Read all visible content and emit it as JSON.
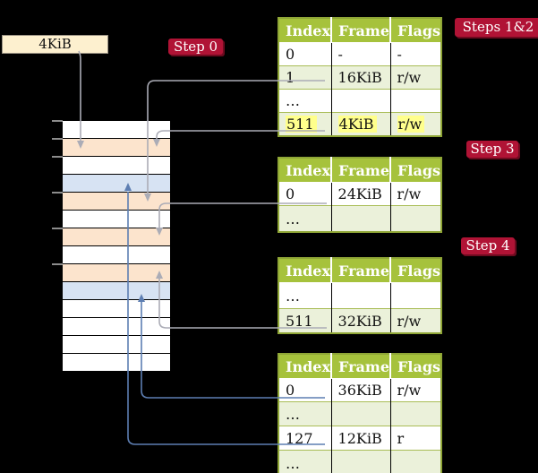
{
  "labels": {
    "page_size": "4KiB",
    "step0": "Step 0",
    "steps12": "Steps 1&2",
    "step3": "Step 3",
    "step4": "Step 4"
  },
  "colors": {
    "background": "#000000",
    "badge_crimson": "#b01335",
    "table_header_green": "#a6c23c",
    "table_border_olive": "#8fa636",
    "row_shade_green": "#ebf1da",
    "highlight_yellow": "#ffff8c",
    "frame_peach": "#fce4cd",
    "frame_blue": "#d7e3f3",
    "frame_white": "#ffffff",
    "label_box_cream": "#fdf0cf",
    "arrow_gray": "#abacb6",
    "arrow_blue": "#5d7eb2"
  },
  "memory": {
    "rows": [
      "white",
      "peach",
      "white",
      "blue",
      "peach",
      "white",
      "peach",
      "white",
      "peach",
      "blue",
      "white",
      "white",
      "white",
      "white"
    ],
    "tick_ys": [
      135,
      155,
      175,
      215,
      255,
      295
    ]
  },
  "tables": [
    {
      "name": "page-table-steps-1-2",
      "headers": [
        "Index",
        "Frame",
        "Flags"
      ],
      "rows": [
        {
          "index": "0",
          "frame": "-",
          "flags": "-",
          "shaded": false,
          "highlighted": false
        },
        {
          "index": "1",
          "frame": "16KiB",
          "flags": "r/w",
          "shaded": true,
          "highlighted": false
        },
        {
          "index": "…",
          "frame": "",
          "flags": "",
          "shaded": false,
          "highlighted": false
        },
        {
          "index": "511",
          "frame": "4KiB",
          "flags": "r/w",
          "shaded": true,
          "highlighted": true
        }
      ]
    },
    {
      "name": "page-table-step-3",
      "headers": [
        "Index",
        "Frame",
        "Flags"
      ],
      "rows": [
        {
          "index": "0",
          "frame": "24KiB",
          "flags": "r/w",
          "shaded": false,
          "highlighted": false
        },
        {
          "index": "…",
          "frame": "",
          "flags": "",
          "shaded": true,
          "highlighted": false
        }
      ]
    },
    {
      "name": "page-table-step-4",
      "headers": [
        "Index",
        "Frame",
        "Flags"
      ],
      "rows": [
        {
          "index": "…",
          "frame": "",
          "flags": "",
          "shaded": false,
          "highlighted": false
        },
        {
          "index": "511",
          "frame": "32KiB",
          "flags": "r/w",
          "shaded": true,
          "highlighted": false
        }
      ]
    },
    {
      "name": "page-table-final",
      "headers": [
        "Index",
        "Frame",
        "Flags"
      ],
      "rows": [
        {
          "index": "0",
          "frame": "36KiB",
          "flags": "r/w",
          "shaded": false,
          "highlighted": false
        },
        {
          "index": "…",
          "frame": "",
          "flags": "",
          "shaded": true,
          "highlighted": false
        },
        {
          "index": "127",
          "frame": "12KiB",
          "flags": "r",
          "shaded": false,
          "highlighted": false
        },
        {
          "index": "…",
          "frame": "",
          "flags": "",
          "shaded": true,
          "highlighted": false
        }
      ]
    }
  ]
}
